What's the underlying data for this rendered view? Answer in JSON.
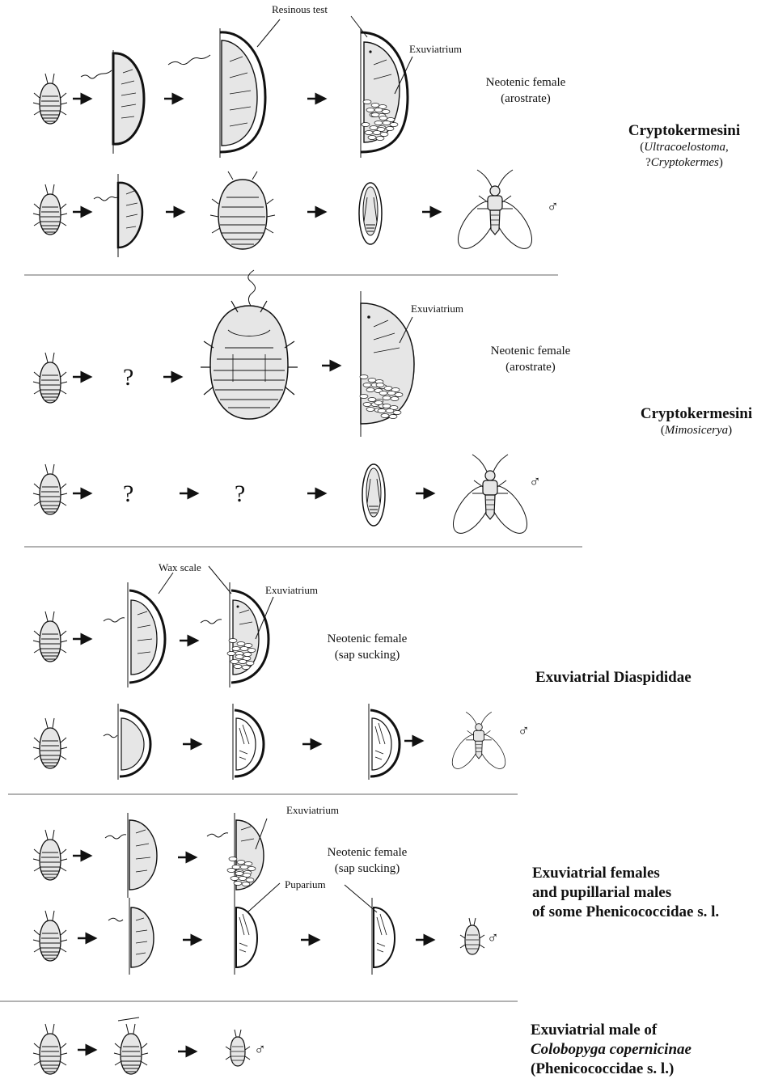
{
  "groups": [
    {
      "title": "Cryptokermesini",
      "sub_open": "(",
      "sub_italic": "Ultracoelostoma",
      "sub_mid": ",",
      "sub2_prefix": "?",
      "sub2_italic": "Cryptokermes",
      "sub2_close": ")"
    },
    {
      "title": "Cryptokermesini",
      "sub_open": "(",
      "sub_italic": "Mimosicerya",
      "sub_close": ")"
    },
    {
      "title": "Exuviatrial Diaspididae"
    },
    {
      "lines": [
        "Exuviatrial females",
        "and pupillarial males",
        "of some Phenicococcidae s. l."
      ]
    },
    {
      "line1": "Exuviatrial male of",
      "line2_italic": "Colobopyga copernicinae",
      "line3": "(Phenicococcidae s. l.)"
    }
  ],
  "annotations": {
    "resinous_test": "Resinous test",
    "exuviatrium": "Exuviatrium",
    "wax_scale": "Wax scale",
    "puparium": "Puparium"
  },
  "labels": {
    "neotenic_arostrate_1": "Neotenic female",
    "neotenic_arostrate_2": "(arostrate)",
    "neotenic_sap_1": "Neotenic female",
    "neotenic_sap_2": "(sap sucking)"
  },
  "question_mark": "?",
  "male_symbol": "♂"
}
